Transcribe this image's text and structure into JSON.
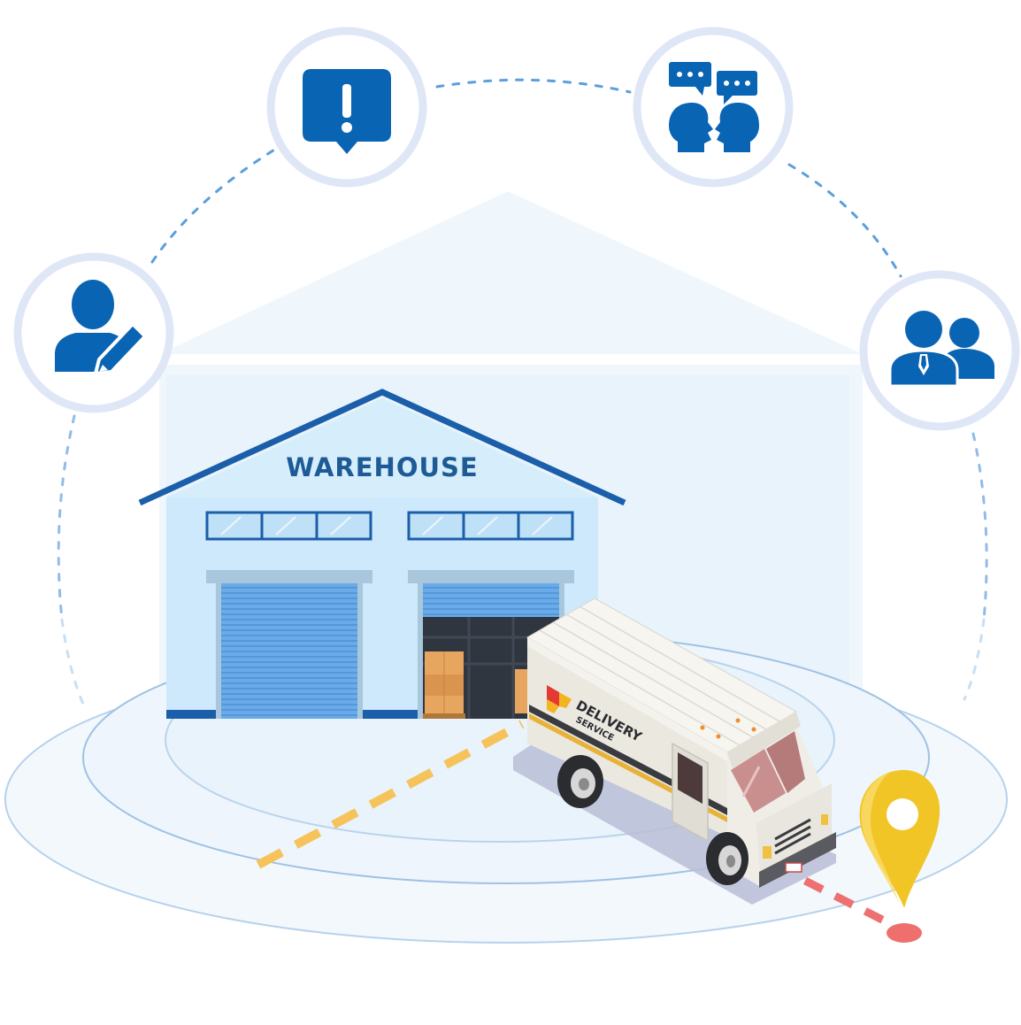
{
  "warehouse": {
    "label": "WAREHOUSE"
  },
  "van": {
    "brand_line1": "DELIVERY",
    "brand_line2": "SERVICE"
  },
  "icons": [
    {
      "name": "user-edit-icon"
    },
    {
      "name": "alert-message-icon"
    },
    {
      "name": "conversation-icon"
    },
    {
      "name": "team-icon"
    }
  ],
  "colors": {
    "icon_blue": "#0a64b4",
    "ring": "#dfe7f7",
    "route_yellow": "#f6c25a",
    "route_red": "#ee7070",
    "pin_yellow": "#f2c526",
    "warehouse_wall": "#cde9fb",
    "warehouse_roof": "#1b5ea9",
    "door_blue": "#6aaae8",
    "halo": "#eef6fd"
  }
}
